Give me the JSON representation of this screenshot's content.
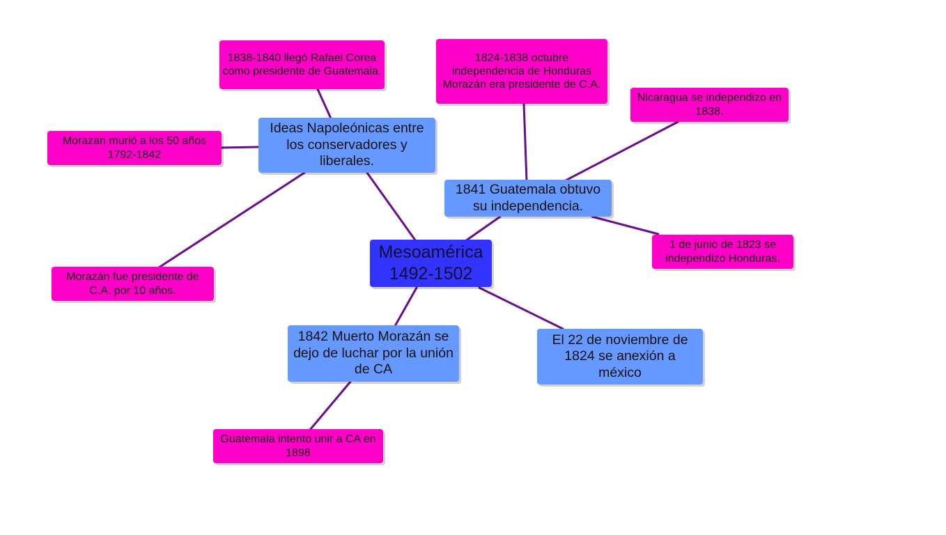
{
  "colors": {
    "connector": "#6a0d8a",
    "center_node": "#3333ff",
    "topic_node": "#6699ff",
    "detail_node": "#ff00c8"
  },
  "center": {
    "text": "Mesoamérica\n1492-1502"
  },
  "topics": {
    "ideas_napoleonicas": "Ideas Napoleónicas entre los conservadores y liberales.",
    "guatemala_1841": "1841 Guatemala obtuvo su independencia.",
    "muerte_morazan_1842": " 1842 Muerto Morazán se dejo de luchar por la unión de CA",
    "anexion_mexico_1824": " El 22 de noviembre de 1824 se anexión  a méxico"
  },
  "details": {
    "rafael_corea": "1838-1840 llegó Rafael Corea como presidente de Guatemala.",
    "morazan_murio": "Morazan murió a los 50 años 1792-1842",
    "morazan_presidente": "Morazán fue presidente de C.A. por 10 años.",
    "independencia_honduras_1824": "1824-1838 octubre independencia de Honduras Morazán era presidente de C.A.",
    "nicaragua_1838": "Nicaragua se independizo en 1838.",
    "honduras_1823": "1 de junio de 1823  se independizo Honduras.",
    "guatemala_1898": "Guatemala intento unir a CA en 1898"
  }
}
